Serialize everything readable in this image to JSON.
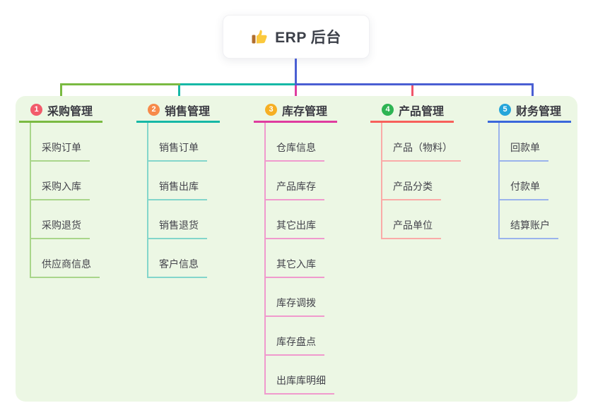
{
  "canvas": {
    "background": "#FFFFFF",
    "panel_background": "#ECF7E4"
  },
  "root": {
    "label": "ERP 后台",
    "icon": "thumbs-up-icon",
    "icon_colors": {
      "hand": "#FBC93D",
      "sleeve": "#B06E2E"
    }
  },
  "connectors": {
    "root_line_color": "#4A5FD3",
    "bus_segments": [
      "#7ABA42",
      "#16B8A6",
      "#4A5FD3"
    ],
    "drop_colors": [
      "#7ABA42",
      "#16B8A6",
      "#DF3C9F",
      "#F0566A",
      "#4A5FD3"
    ]
  },
  "branches": [
    {
      "badge": "1",
      "label": "采购管理",
      "colors": {
        "badge": "#F25B6B",
        "strong": "#7ABA42",
        "light": "#A9D68B"
      },
      "children": [
        "采购订单",
        "采购入库",
        "采购退货",
        "供应商信息"
      ]
    },
    {
      "badge": "2",
      "label": "销售管理",
      "colors": {
        "badge": "#F78A4A",
        "strong": "#16B8A6",
        "light": "#83D6CB"
      },
      "children": [
        "销售订单",
        "销售出库",
        "销售退货",
        "客户信息"
      ]
    },
    {
      "badge": "3",
      "label": "库存管理",
      "colors": {
        "badge": "#F6AF24",
        "strong": "#DF3C9F",
        "light": "#F09ACD"
      },
      "children": [
        "仓库信息",
        "产品库存",
        "其它出库",
        "其它入库",
        "库存调拨",
        "库存盘点",
        "出库库明细"
      ]
    },
    {
      "badge": "4",
      "label": "产品管理",
      "colors": {
        "badge": "#2EB453",
        "strong": "#F7605B",
        "light": "#FAABA8"
      },
      "children": [
        "产品（物料）",
        "产品分类",
        "产品单位"
      ]
    },
    {
      "badge": "5",
      "label": "财务管理",
      "colors": {
        "badge": "#25A5DA",
        "strong": "#3A67DB",
        "light": "#9AB3EC"
      },
      "children": [
        "回款单",
        "付款单",
        "结算账户"
      ]
    }
  ]
}
